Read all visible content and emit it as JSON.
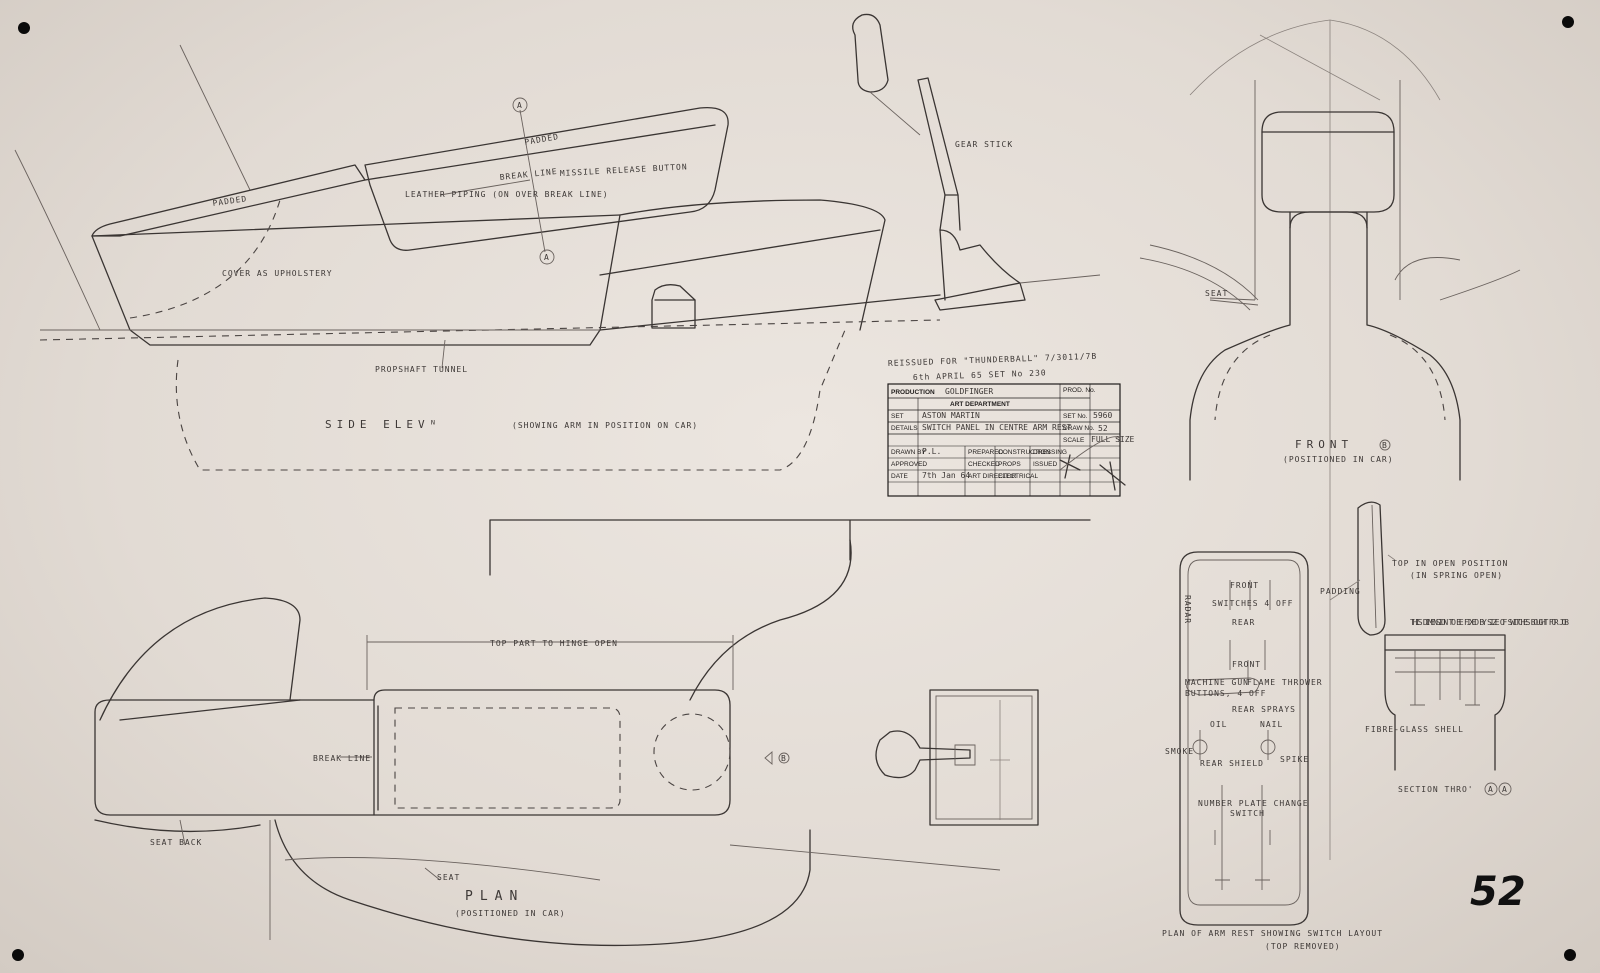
{
  "sheet_number": "52",
  "views": {
    "side_elevation": {
      "title": "SIDE ELEVᴺ",
      "subtitle": "(SHOWING ARM IN POSITION ON CAR)",
      "notes": {
        "padded_top": "PADDED",
        "padded_rear": "PADDED",
        "break_line": "BREAK LINE",
        "missile_release": "MISSILE RELEASE BUTTON",
        "leather_piping": "LEATHER PIPING (ON OVER BREAK LINE)",
        "cover": "COVER AS UPHOLSTERY",
        "tunnel": "PROPSHAFT TUNNEL",
        "gear_stick": "GEAR STICK",
        "section_mark": "A"
      }
    },
    "front": {
      "title": "FRONT",
      "marker": "B",
      "subtitle": "(POSITIONED IN CAR)",
      "seat": "SEAT"
    },
    "plan": {
      "title": "PLAN",
      "subtitle": "(POSITIONED IN CAR)",
      "hinge_note": "TOP PART TO HINGE OPEN",
      "break_line": "BREAK LINE",
      "seat_back": "SEAT BACK",
      "seat": "SEAT",
      "view_marker": "B"
    },
    "switch_layout": {
      "caption": "PLAN OF ARM REST SHOWING SWITCH LAYOUT",
      "caption2": "(TOP REMOVED)",
      "labels": {
        "radar": "RADAR",
        "front1": "FRONT",
        "switches": "SWITCHES 4 OFF",
        "rear1": "REAR",
        "front2": "FRONT",
        "machine_gun": "MACHINE GUN",
        "flame": "FLAME THROWER",
        "buttons": "BUTTONS, 4 OFF",
        "rear_sprays": "REAR SPRAYS",
        "oil": "OIL",
        "nail": "NAIL",
        "smoke": "SMOKE",
        "spike": "SPIKE",
        "rear_shield": "REAR SHIELD",
        "plate_change": "NUMBER PLATE CHANGE",
        "switch_word": "SWITCH"
      }
    },
    "section": {
      "title": "SECTION THRO'",
      "markers": [
        "A",
        "A"
      ],
      "notes": {
        "open_position": "TOP IN OPEN POSITION",
        "spring": "(IN SPRING OPEN)",
        "padding": "PADDING",
        "dimension": "THIS DIMENSION TO BE FIXED BY SIZE OF SWITCHES BOUGHT FOR JOB",
        "shell": "FIBRE-GLASS SHELL"
      }
    }
  },
  "revision_note": {
    "line1": "REISSUED FOR \"THUNDERBALL\" 7/3011/7B",
    "line2": "6th APRIL 65  SET No 230"
  },
  "title_block": {
    "production_label": "PRODUCTION",
    "production_value": "GOLDFINGER",
    "department": "ART DEPARTMENT",
    "prod_no_label": "PROD. No.",
    "set_label": "SET",
    "set_value": "ASTON MARTIN",
    "set_no_label": "SET No.",
    "set_no_value": "5960",
    "details_label": "DETAILS",
    "details_value": "SWITCH PANEL IN CENTRE ARM REST",
    "draw_no_label": "DRAW No.",
    "draw_no_value": "52",
    "scale_label": "SCALE",
    "scale_value": "FULL SIZE",
    "drawn_by_label": "DRAWN BY",
    "drawn_by_value": "P.L.",
    "approved_label": "APPROVED",
    "date_label": "DATE",
    "date_value": "7th Jan 64",
    "extra_labels": [
      "PREPARED",
      "CHECKED",
      "ART DIRECTOR",
      "CONSTRUCTION",
      "PROPS",
      "ELECTRICAL",
      "DRESSING",
      "ISSUED"
    ]
  }
}
